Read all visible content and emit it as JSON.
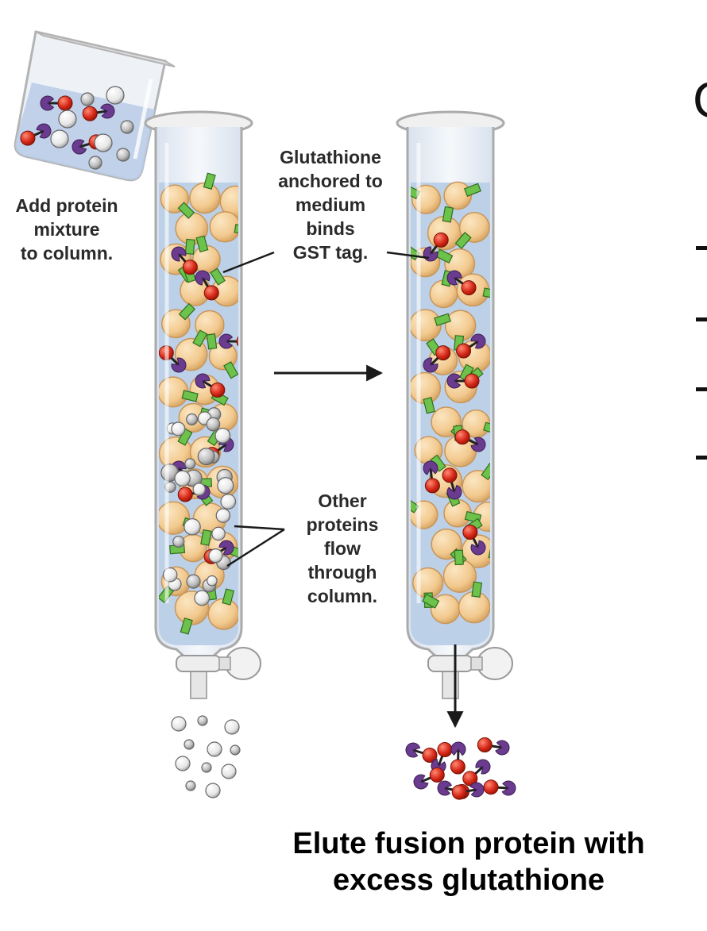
{
  "labels": {
    "add_mixture": [
      "Add protein",
      "mixture",
      "to column."
    ],
    "glutathione": [
      "Glutathione",
      "anchored to",
      "medium",
      "binds",
      "GST tag."
    ],
    "other_proteins": [
      "Other",
      "proteins",
      "flow",
      "through",
      "column."
    ]
  },
  "caption": [
    "Elute fusion protein with",
    "excess glutathione"
  ],
  "partial_text": "G",
  "colors": {
    "bead": "#f2c98e",
    "bead_outline": "#c8965a",
    "glutathione_tag": "#6cc24a",
    "gst_tag_purple": "#6a3b8e",
    "fusion_red": "#d62818",
    "other_protein_white": "#eeeeee",
    "column_liquid": "#bcd0e8"
  }
}
